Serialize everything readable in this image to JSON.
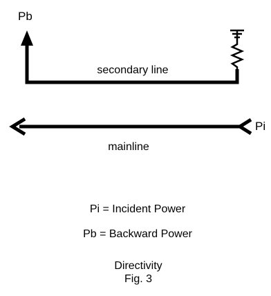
{
  "diagram": {
    "labels": {
      "pb": "Pb",
      "pi": "Pi",
      "secondary_line": "secondary line",
      "mainline": "mainline"
    },
    "legend": [
      "Pi = Incident Power",
      "Pb = Backward Power"
    ],
    "caption": {
      "line1": "Directivity",
      "line2": "Fig. 3"
    },
    "colors": {
      "line": "#000000",
      "background": "#ffffff"
    }
  }
}
